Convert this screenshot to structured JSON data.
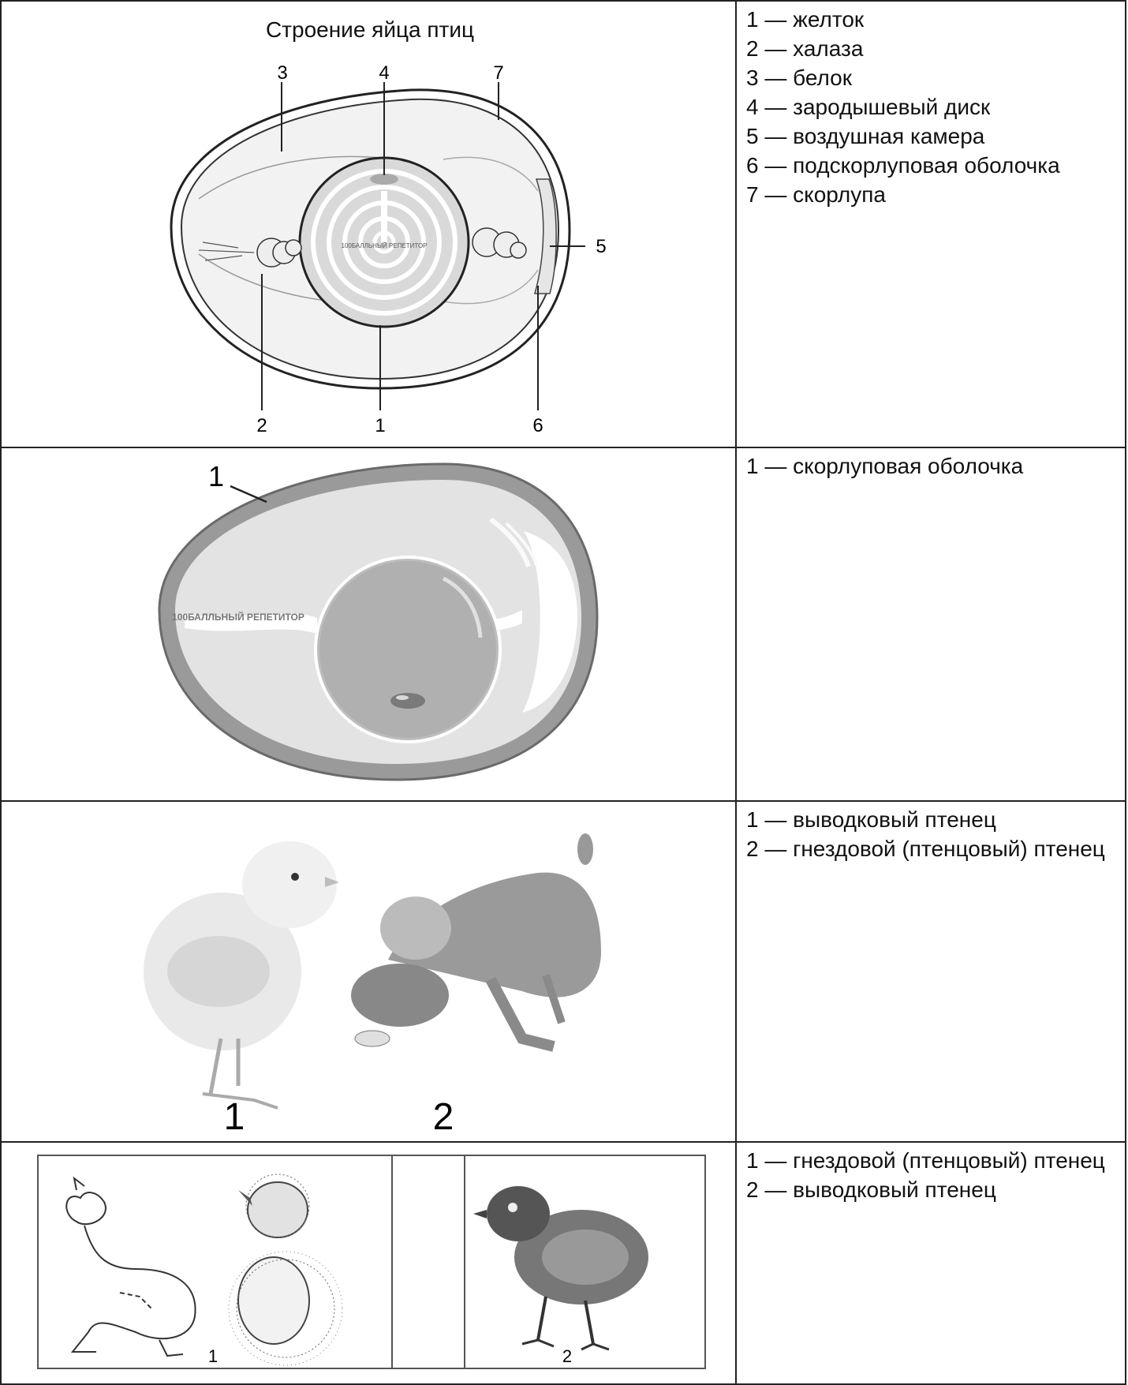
{
  "rows": [
    {
      "diagram": {
        "title": "Строение яйца птиц",
        "labels": [
          "1",
          "2",
          "3",
          "4",
          "5",
          "6",
          "7"
        ],
        "watermark": "100БАЛЛЬНЫЙ РЕПЕТИТОР"
      },
      "legend": [
        "1 — желток",
        "2 — халаза",
        "3 — белок",
        "4 — зародышевый диск",
        "5 — воздушная камера",
        "6 — подскорлуповая оболочка",
        "7 — скорлупа"
      ]
    },
    {
      "diagram": {
        "labels": [
          "1"
        ],
        "watermark": "100БАЛЛЬНЫЙ РЕПЕТИТОР"
      },
      "legend": [
        "1 — скорлуповая оболочка"
      ]
    },
    {
      "photo": {
        "labels": [
          "1",
          "2"
        ]
      },
      "legend": [
        "1 — выводковый птенец",
        "2 — гнездовой (птенцовый) птенец"
      ]
    },
    {
      "drawing": {
        "labels": [
          "1",
          "2"
        ]
      },
      "legend": [
        "1 — гнездовой (птенцовый) птенец",
        "2 — выводковый птенец"
      ]
    }
  ]
}
